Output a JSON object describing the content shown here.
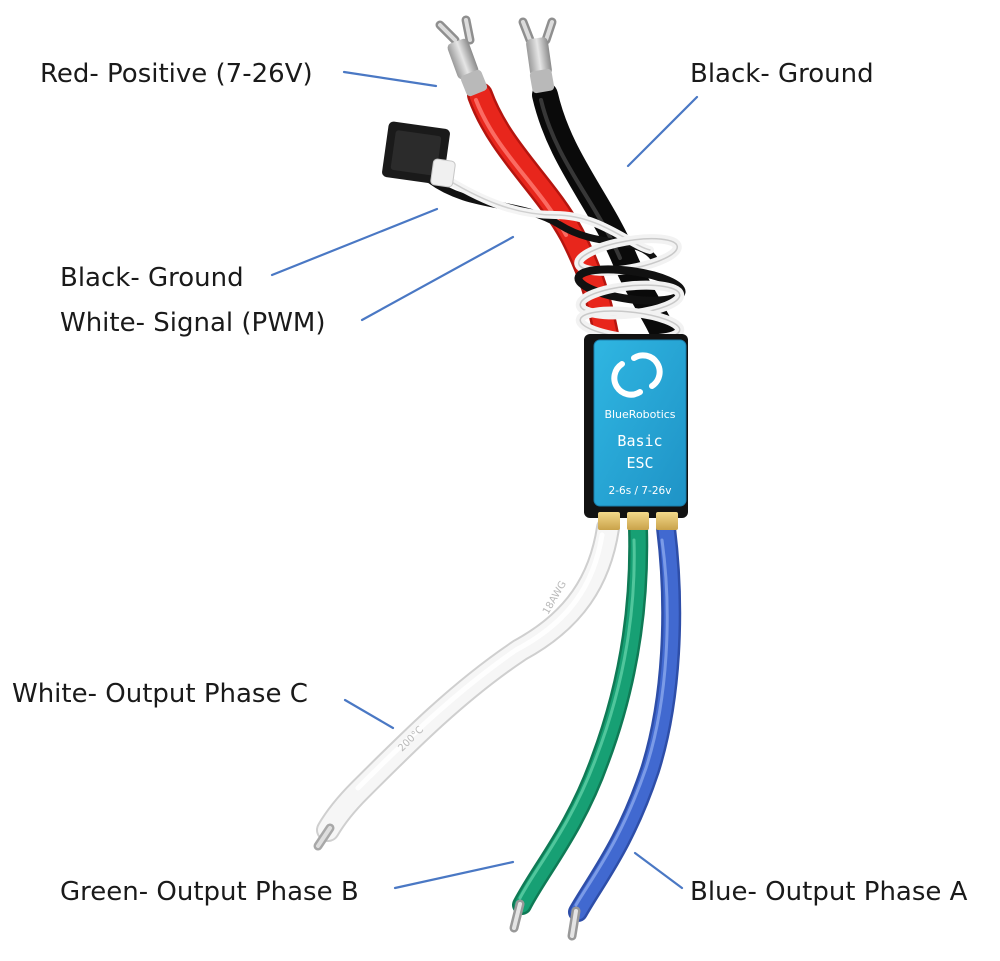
{
  "labels": {
    "red_positive": "Red- Positive (7-26V)",
    "black_ground_power": "Black- Ground",
    "black_ground_signal": "Black- Ground",
    "white_signal": "White- Signal (PWM)",
    "white_phase_c": "White- Output Phase C",
    "green_phase_b": "Green- Output Phase B",
    "blue_phase_a": "Blue- Output Phase A"
  },
  "esc_label": {
    "brand": "BlueRobotics",
    "line1": "Basic",
    "line2": "ESC",
    "rating": "2-6s / 7-26v"
  },
  "wire_print": {
    "awg": "18AWG",
    "temp": "200°C"
  },
  "colors": {
    "red_wire": "#e8231a",
    "black_wire": "#141414",
    "white_wire": "#f4f4f4",
    "green_wire": "#149a6c",
    "blue_wire": "#3f63c8",
    "esc_label": "#29a9d8",
    "leader_line": "#4a78c4"
  }
}
